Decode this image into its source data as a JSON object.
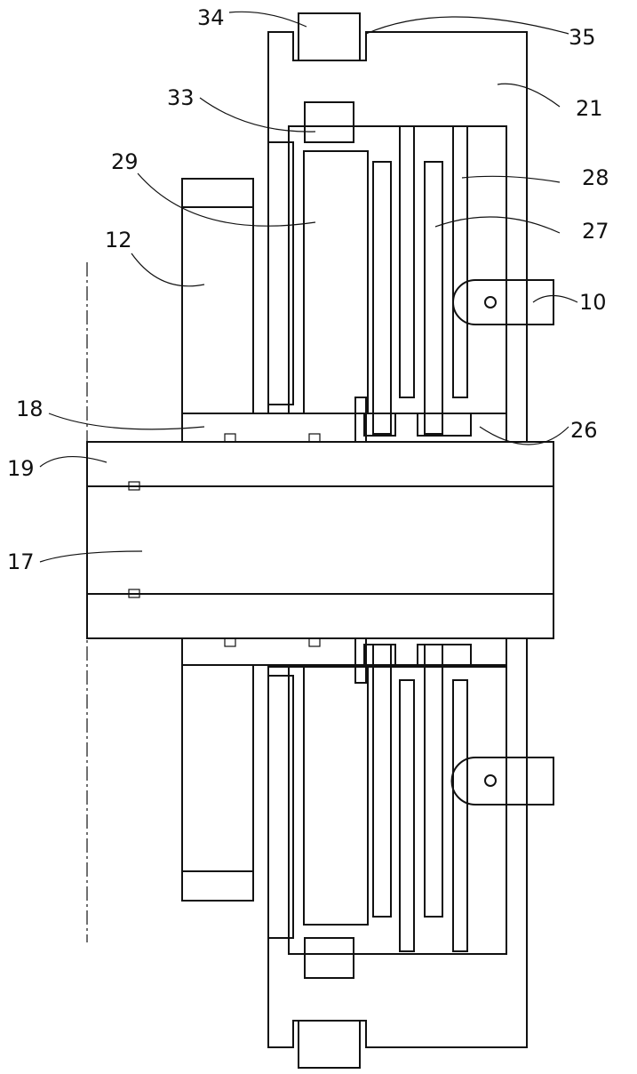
{
  "figure": {
    "labels": {
      "l10": "10",
      "l12": "12",
      "l17": "17",
      "l18": "18",
      "l19": "19",
      "l21": "21",
      "l26": "26",
      "l27": "27",
      "l28": "28",
      "l29": "29",
      "l33": "33",
      "l34": "34",
      "l35": "35"
    },
    "colors": {
      "line": "#111111",
      "background": "#ffffff",
      "friction_fill": "#d8d8d8"
    }
  }
}
